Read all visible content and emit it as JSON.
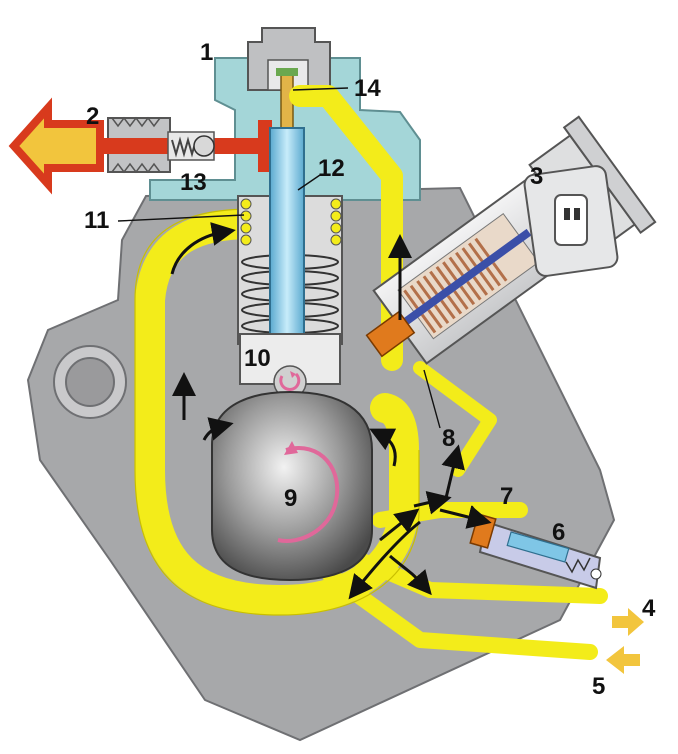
{
  "diagram": {
    "callouts": [
      {
        "id": "n1",
        "text": "1"
      },
      {
        "id": "n2",
        "text": "2"
      },
      {
        "id": "n3",
        "text": "3"
      },
      {
        "id": "n4",
        "text": "4"
      },
      {
        "id": "n5",
        "text": "5"
      },
      {
        "id": "n6",
        "text": "6"
      },
      {
        "id": "n7",
        "text": "7"
      },
      {
        "id": "n8",
        "text": "8"
      },
      {
        "id": "n9",
        "text": "9"
      },
      {
        "id": "n10",
        "text": "10"
      },
      {
        "id": "n11",
        "text": "11"
      },
      {
        "id": "n12",
        "text": "12"
      },
      {
        "id": "n13",
        "text": "13"
      },
      {
        "id": "n14",
        "text": "14"
      }
    ],
    "colors": {
      "housing": "#a7a8aa",
      "housing_edge": "#6f7073",
      "head": "#a4d6d8",
      "fuel": "#f3ec1a",
      "fuel_edge": "#c9bf00",
      "high_pressure": "#d83a1d",
      "plunger": "#7fc6e6",
      "coil": "#b3704a",
      "valve_body": "#e0e0e2",
      "arrow_flow": "#111111",
      "arrow_return": "#f2c53d",
      "rotation": "#e0689a"
    }
  }
}
